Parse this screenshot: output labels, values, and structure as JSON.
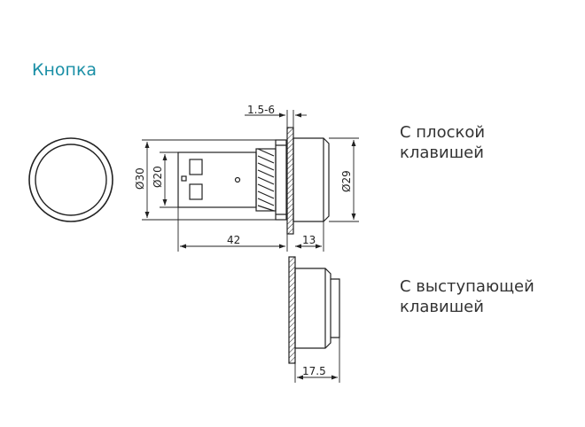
{
  "title": "Кнопка",
  "variants": {
    "flat": {
      "line1": "С плоской",
      "line2": "клавишей"
    },
    "raised": {
      "line1": "С выступающей",
      "line2": "клавишей"
    }
  },
  "dimensions": {
    "panel_thickness": "1.5-6",
    "outer_diameter": "Ø30",
    "inner_diameter": "Ø20",
    "cap_diameter": "Ø29",
    "body_length": "42",
    "flat_cap_depth": "13",
    "raised_cap_depth": "17.5"
  },
  "colors": {
    "title": "#1a8fa6",
    "line": "#222222"
  }
}
